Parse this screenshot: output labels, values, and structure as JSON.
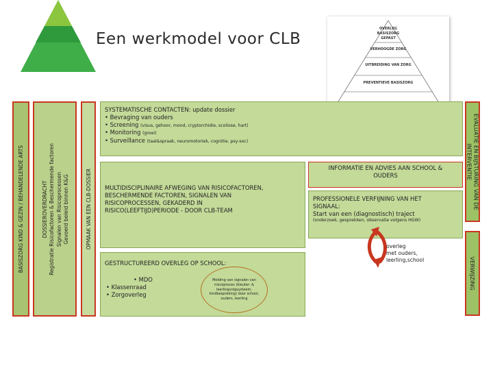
{
  "title": "Een werkmodel voor CLB",
  "colors": {
    "accent": "#c8361f",
    "panel": "#c3da99",
    "bar": "#a8c472"
  },
  "pyramid": {
    "labels": [
      "OVERLEG",
      "BASISZORG",
      "GEPAST",
      "VERHOOGDE ZORG",
      "UITBREIDING VAN ZORG",
      "PREVENTIEVE BASISZORG"
    ]
  },
  "bars": {
    "left1": "BASISZORG KIND & GEZIN / BEHANDELENDE ARTS",
    "left2_line1": "DOSSIEROVERDRACHT",
    "left2_line2": "Registratie Risicofactoren & Beschermende factoren",
    "left2_line3": "Signalen van Risicoprocessen",
    "left2_line4": "Gevoerd beleid binnen K&G",
    "left3": "OPMAAK VAN EEN CLB-DOSSIER",
    "right1_line1": "EVALUATIE EN BIJSTURING VAN DE",
    "right1_line2": "INTERVENTIE",
    "right2": "VERWIJZING"
  },
  "panel1": {
    "heading": "SYSTEMATISCHE CONTACTEN: update dossier",
    "b1": "• Bevraging van ouders",
    "b2_main": "• Screening ",
    "b2_small": "(visus, gehoor, mond, cryptorchidie, scoliose, hart)",
    "b3_main": "• Monitoring ",
    "b3_small": "(groei)",
    "b4_main": "• Surveillance ",
    "b4_small": "(taal&spraak, neuromotoriek, cognitie, psy-soc)"
  },
  "panel2": {
    "line1": "MULTIDISCIPLINAIRE AFWEGING VAN RISICOFACTOREN,",
    "line2": "BESCHERMENDE FACTOREN, SIGNALEN VAN",
    "line3": "RISICOPROCESSEN, GEKADERD IN",
    "line4": "RISICO(LEEFTIJD)PERIODE  -  DOOR CLB-TEAM"
  },
  "panel3": {
    "heading": "GESTRUCTUREERD OVERLEG OP SCHOOL:",
    "b1": "• MDO",
    "b2": "• Klassenraad",
    "b3": "• Zorgoverleg",
    "oval_lines": [
      "Melding van signalen van",
      "risicoproces (kleuter- &",
      "leerlingvolgsysteem,",
      "kindbespreking) door school,",
      "ouders, leerling"
    ]
  },
  "panel4": {
    "line1": "INFORMATIE EN ADVIES AAN SCHOOL &",
    "line2": "OUDERS"
  },
  "panel5": {
    "line1": "PROFESSIONELE VERFIJNING VAN HET",
    "line2": "SIGNAAL:",
    "line3": "Start van een (diagnostisch) traject",
    "line4": "(onderzoek, gesprekken, observatie volgens HGW)"
  },
  "overleg": {
    "line1": "overleg",
    "line2": "met ouders,",
    "line3": "leerling,school"
  }
}
